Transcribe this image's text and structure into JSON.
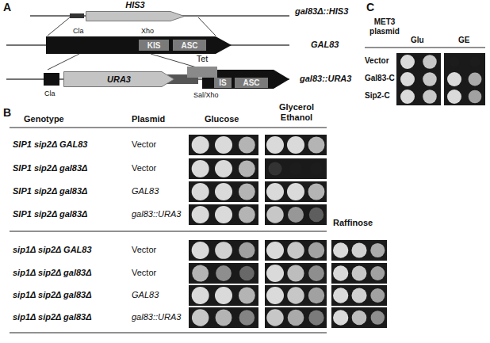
{
  "diagram": {
    "nodes": [
      {
        "text": [
          "HIS3"
        ]
      },
      {
        "text": [
          "KIS"
        ]
      },
      {
        "text": [
          "ASC"
        ]
      },
      {
        "text": [
          "URA3"
        ]
      },
      {
        "text": [
          "Tet"
        ]
      },
      {
        "text": [
          "IS"
        ]
      },
      {
        "text": [
          "ASC"
        ]
      }
    ],
    "labels": [
      "A",
      "gal83Δ::HIS3",
      "Cla",
      "Xho",
      "GAL83",
      "Cla",
      "Sal/Xho",
      "gal83::URA3",
      "B",
      "Genotype",
      "Plasmid",
      "Glucose",
      "Glycerol Ethanol",
      "SIP1 sip2Δ GAL83",
      "Vector",
      "SIP1 sip2Δ gal83Δ",
      "Vector",
      "SIP1 sip2Δ gal83Δ",
      "GAL83",
      "SIP1 sip2Δ gal83Δ",
      "gal83::URA3",
      "Raffinose",
      "sip1Δ sip2Δ GAL83",
      "Vector",
      "sip1Δ sip2Δ gal83Δ",
      "Vector",
      "sip1Δ sip2Δ gal83Δ",
      "GAL83",
      "sip1Δ sip2Δ gal83Δ",
      "gal83::URA3",
      "C",
      "MET3 plasmid",
      "Glu",
      "GE",
      "Vector",
      "Gal83-C",
      "Sip2-C"
    ]
  }
}
